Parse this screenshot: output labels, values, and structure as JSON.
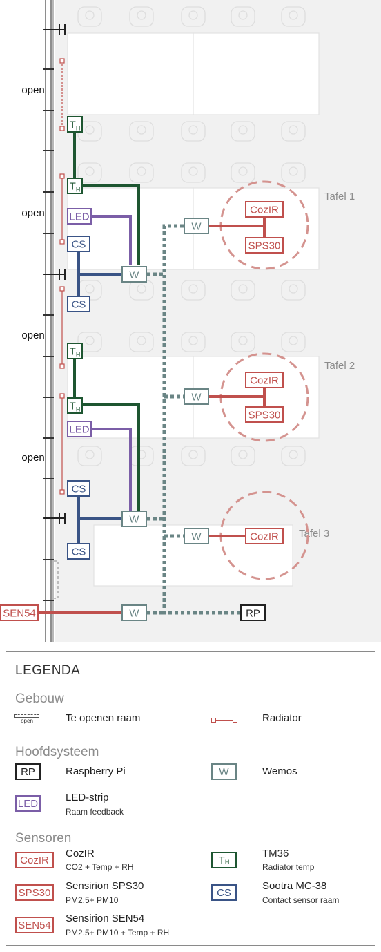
{
  "colors": {
    "red": "#c0504d",
    "green": "#1e5631",
    "purple": "#7b5ea7",
    "blue": "#3a5486",
    "teal": "#6a8585",
    "black": "#222222",
    "gray": "#8c8c8c"
  },
  "diagram": {
    "open_labels": [
      "open",
      "open",
      "open",
      "open"
    ],
    "tables": [
      "Tafel 1",
      "Tafel 2",
      "Tafel 3"
    ],
    "nodes": {
      "th": "TH",
      "led": "LED",
      "cs": "CS",
      "w": "W",
      "cozir": "CozIR",
      "sps30": "SPS30",
      "sen54": "SEN54",
      "rp": "RP"
    }
  },
  "legend": {
    "title": "LEGENDA",
    "sections": {
      "gebouw": "Gebouw",
      "hoofdsysteem": "Hoofdsysteem",
      "sensoren": "Sensoren"
    },
    "items": {
      "window": {
        "icon_text": "open",
        "label": "Te openen raam"
      },
      "radiator": {
        "label": "Radiator"
      },
      "rp": {
        "box": "RP",
        "label": "Raspberry Pi"
      },
      "wemos": {
        "box": "W",
        "label": "Wemos"
      },
      "led": {
        "box": "LED",
        "label": "LED-strip",
        "sub": "Raam feedback"
      },
      "cozir": {
        "box": "CozIR",
        "label": "CozIR",
        "sub": "CO2 + Temp + RH"
      },
      "tm36": {
        "box": "TH",
        "label": "TM36",
        "sub": "Radiator temp"
      },
      "sps30": {
        "box": "SPS30",
        "label": "Sensirion SPS30",
        "sub": "PM2.5+ PM10"
      },
      "cs": {
        "box": "CS",
        "label": "Sootra MC-38",
        "sub": "Contact sensor raam"
      },
      "sen54": {
        "box": "SEN54",
        "label": "Sensirion SEN54",
        "sub": "PM2.5+ PM10 + Temp + RH"
      }
    }
  }
}
